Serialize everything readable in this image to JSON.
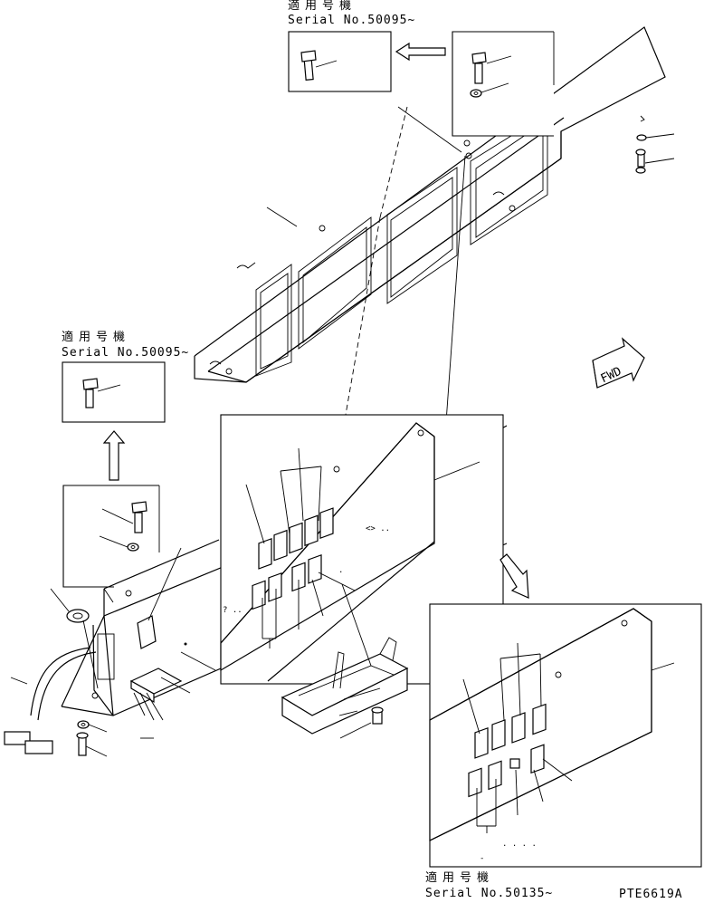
{
  "callouts": [
    {
      "id": "top",
      "jp_label": "適用号機",
      "serial": "Serial No.50095~"
    },
    {
      "id": "left",
      "jp_label": "適用号機",
      "serial": "Serial No.50095~"
    },
    {
      "id": "bottom",
      "jp_label": "適用号機",
      "serial": "Serial No.50135~"
    }
  ],
  "fwd_label": "FWD",
  "drawing_id": "PTE6619A"
}
